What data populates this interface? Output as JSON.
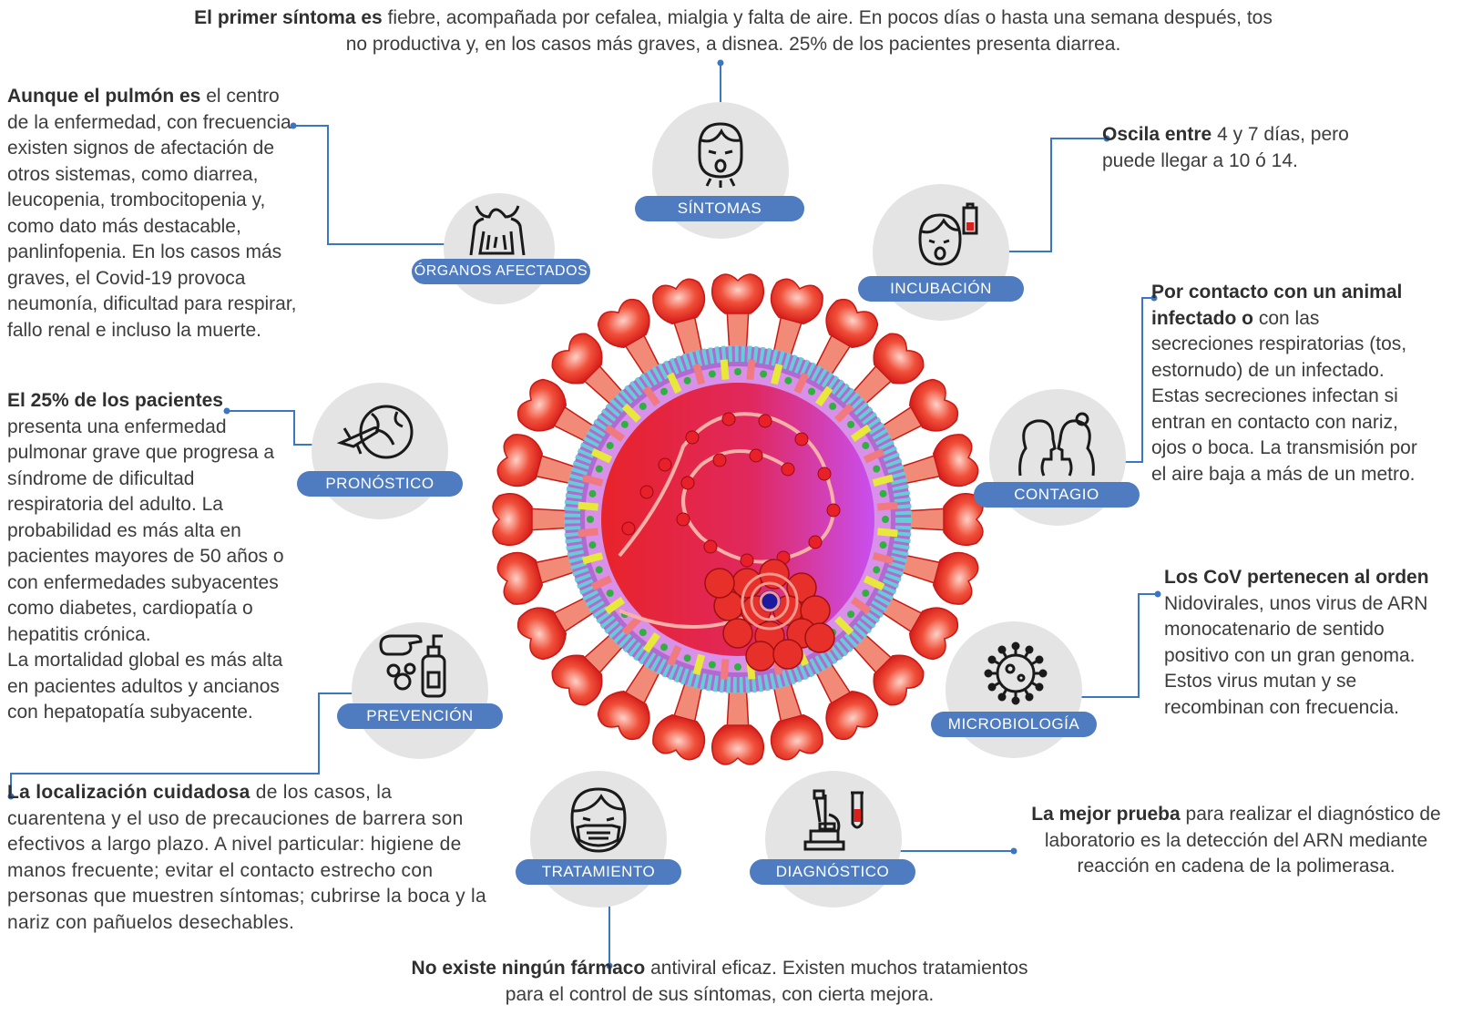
{
  "colors": {
    "label_bg": "#4f7cc0",
    "circle_bg": "#e4e4e4",
    "connector": "#3b76c4",
    "virus_red": "#e8302a",
    "virus_magenta": "#d63fd0"
  },
  "sections": {
    "sintomas": {
      "label": "SÍNTOMAS",
      "icon": "sick-face-icon",
      "bold": "El primer síntoma es",
      "line1": " fiebre, acompañada por cefalea, mialgia y falta de aire. En pocos días o hasta una semana después, tos",
      "line2": "no productiva y, en los casos más graves, a disnea. 25% de los pacientes presenta diarrea."
    },
    "organos": {
      "label": "ÓRGANOS AFECTADOS",
      "icon": "body-organs-icon",
      "bold": "Aunque el pulmón es",
      "text": " el centro de la enfermedad, con frecuencia existen signos de afectación de otros sistemas, como diarrea, leucopenia, trombocitopenia y, como dato más destacable, panlinfopenia. En los casos más graves, el Covid-19 provoca neumonía, dificultad para respirar, fallo renal e incluso la muerte."
    },
    "incubacion": {
      "label": "INCUBACIÓN",
      "icon": "face-battery-icon",
      "bold": "Oscila entre",
      "text": " 4 y 7 días, pero puede llegar a 10 ó 14."
    },
    "pronostico": {
      "label": "PRONÓSTICO",
      "icon": "globe-airplane-icon",
      "bold": "El 25% de los pacientes",
      "text": " presenta una enfermedad pulmonar grave que progresa a síndrome de dificultad respiratoria del adulto. La probabilidad es más alta en pacientes mayores de 50 años o con enfermedades subyacentes como diabetes, cardiopatía o hepatitis crónica.",
      "text2": "La mortalidad global es más alta en pacientes adultos y ancianos con hepatopatía subyacente."
    },
    "contagio": {
      "label": "CONTAGIO",
      "icon": "two-faces-icon",
      "bold": "Por contacto con un animal infectado o",
      "text": " con las secreciones respiratorias (tos, estornudo) de un infectado. Estas secreciones infectan si entran en contacto con nariz, ojos o boca. La transmisión por el aire baja a más de un metro."
    },
    "prevencion": {
      "label": "PREVENCIÓN",
      "icon": "handwash-soap-icon",
      "bold": "La localización cuidadosa",
      "text": " de los casos, la cuarentena y el uso de precauciones de barrera son efectivos a largo plazo. A nivel particular: higiene de manos frecuente; evitar el contacto estrecho con personas que muestren síntomas; cubrirse la boca y la nariz con pañuelos desechables."
    },
    "microbiologia": {
      "label": "MICROBIOLOGÍA",
      "icon": "virus-icon",
      "bold": "Los CoV pertenecen al orden",
      "text": " Nidovirales, unos virus de ARN monocatenario de sentido positivo con un gran genoma. Estos virus mutan y se recombinan con frecuencia."
    },
    "tratamiento": {
      "label": "TRATAMIENTO",
      "icon": "face-mask-icon",
      "bold": "No existe ningún fármaco",
      "line1": " antiviral eficaz. Existen muchos tratamientos",
      "line2": "para el control de sus síntomas, con cierta mejora."
    },
    "diagnostico": {
      "label": "DIAGNÓSTICO",
      "icon": "microscope-icon",
      "bold": "La mejor prueba",
      "line1": " para realizar el diagnóstico de",
      "line2": "laboratorio es la detección del ARN mediante",
      "line3": "reacción en cadena de la polimerasa."
    }
  }
}
